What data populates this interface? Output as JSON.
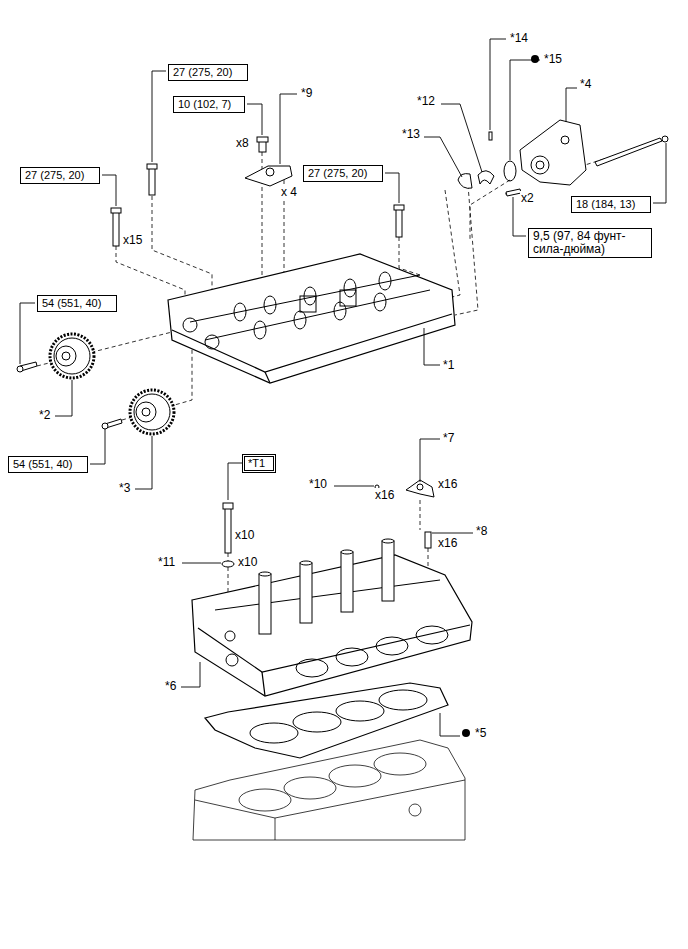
{
  "diagram": {
    "nodes": [
      {
        "text": [
          "27 (275, 20)"
        ]
      },
      {
        "text": [
          "10 (102, 7)"
        ]
      },
      {
        "text": [
          "27 (275, 20)"
        ]
      },
      {
        "text": [
          "27 (275, 20)"
        ]
      },
      {
        "text": [
          "18 (184, 13)"
        ]
      },
      {
        "text": [
          "9,5 (97, 84 фунт-сила-дюйма)"
        ]
      },
      {
        "text": [
          "54 (551, 40)"
        ]
      },
      {
        "text": [
          "54 (551, 40)"
        ]
      },
      {
        "text": [
          "*T1"
        ]
      }
    ],
    "labels": [
      "*14",
      "*15",
      "*9",
      "*4",
      "*12",
      "*13",
      "x8",
      "x 4",
      "x2",
      "x15",
      "*1",
      "*2",
      "*3",
      "*7",
      "*10",
      "x16",
      "x16",
      "x10",
      "*8",
      "x16",
      "*11",
      "x10",
      "*6",
      "*5"
    ]
  }
}
